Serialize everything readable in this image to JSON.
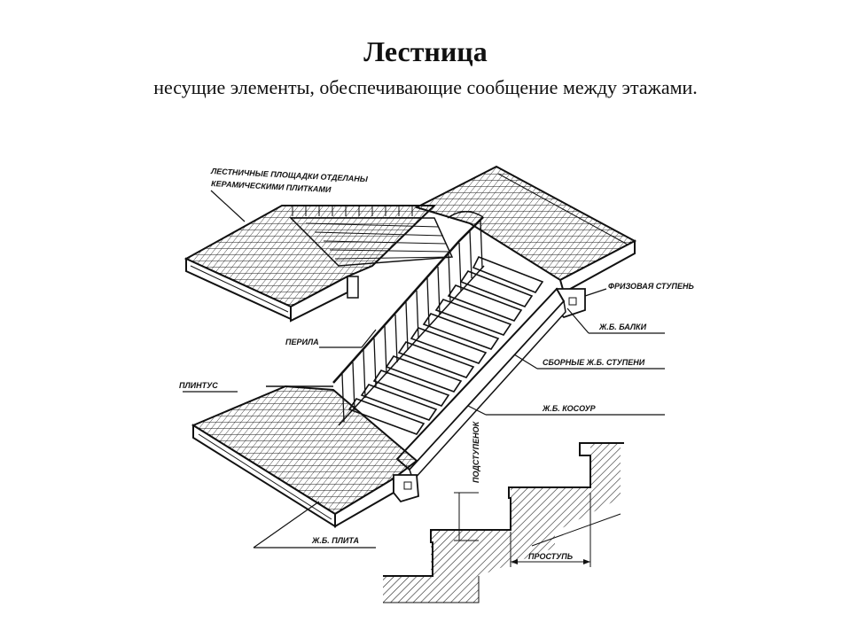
{
  "slide": {
    "title": "Лестница",
    "subtitle": "несущие элементы, обеспечивающие сообщение между этажами."
  },
  "callouts": {
    "landing_tiles_line1": "ЛЕСТНИЧНЫЕ ПЛОЩАДКИ ОТДЕЛАНЫ",
    "landing_tiles_line2": "КЕРАМИЧЕСКИМИ ПЛИТКАМИ",
    "frieze_step": "ФРИЗОВАЯ СТУПЕНЬ",
    "rc_beams": "Ж.Б. БАЛКИ",
    "railing": "ПЕРИЛА",
    "prefab_steps": "СБОРНЫЕ Ж.Б. СТУПЕНИ",
    "plinth": "ПЛИНТУС",
    "stringer": "Ж.Б. КОСОУР",
    "slab": "Ж.Б. ПЛИТА",
    "riser": "ПОДСТУПЕНОК",
    "tread": "ПРОСТУПЬ"
  }
}
